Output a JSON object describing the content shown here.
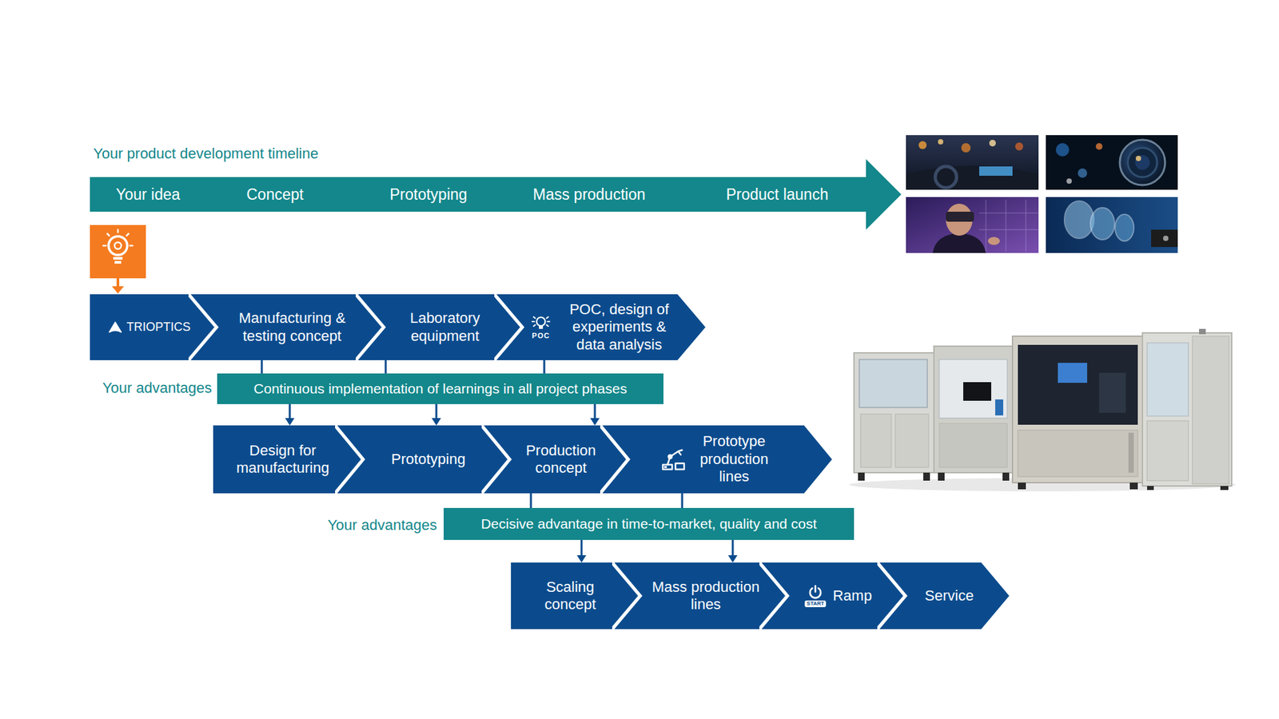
{
  "diagram": {
    "nodes": [
      {
        "text": [
          "Your idea",
          "Concept",
          "Prototyping",
          "Mass production",
          "Product launch"
        ]
      },
      {
        "text": [
          "TRIOPTICS"
        ]
      },
      {
        "text": [
          "Manufacturing & testing concept"
        ]
      },
      {
        "text": [
          "Laboratory equipment"
        ]
      },
      {
        "text": [
          "POC",
          "POC, design of experiments & data analysis"
        ]
      },
      {
        "text": [
          "Continuous implementation of learnings in all project phases"
        ]
      },
      {
        "text": [
          "Design for manufacturing"
        ]
      },
      {
        "text": [
          "Prototyping"
        ]
      },
      {
        "text": [
          "Production concept"
        ]
      },
      {
        "text": [
          "Prototype production lines"
        ]
      },
      {
        "text": [
          "Decisive advantage in time-to-market, quality and cost"
        ]
      },
      {
        "text": [
          "Scaling concept"
        ]
      },
      {
        "text": [
          "Mass production lines"
        ]
      },
      {
        "text": [
          "START",
          "Ramp"
        ]
      },
      {
        "text": [
          "Service"
        ]
      }
    ],
    "edges": [
      {
        "from": 2,
        "to": 5,
        "arrow": "none"
      },
      {
        "from": 3,
        "to": 5,
        "arrow": "none"
      },
      {
        "from": 4,
        "to": 5,
        "arrow": "none"
      },
      {
        "from": 5,
        "to": 6,
        "arrow": "to"
      },
      {
        "from": 5,
        "to": 7,
        "arrow": "to"
      },
      {
        "from": 5,
        "to": 8,
        "arrow": "to"
      },
      {
        "from": 8,
        "to": 10,
        "arrow": "none"
      },
      {
        "from": 9,
        "to": 10,
        "arrow": "none"
      },
      {
        "from": 10,
        "to": 11,
        "arrow": "to"
      },
      {
        "from": 10,
        "to": 12,
        "arrow": "to"
      }
    ],
    "labels": [
      "Your product development timeline",
      "Your advantages",
      "Your advantages"
    ]
  }
}
